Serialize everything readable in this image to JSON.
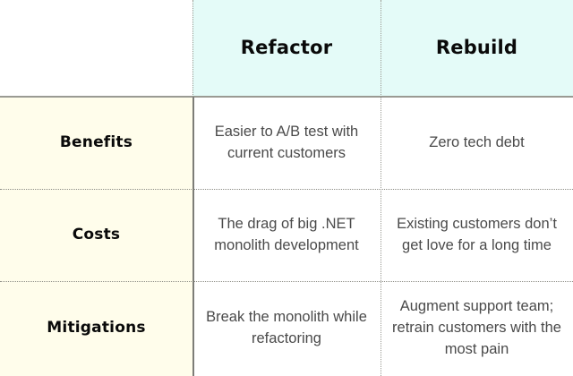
{
  "table": {
    "name": "refactor-vs-rebuild-comparison",
    "corner_label": "",
    "columns": [
      {
        "key": "refactor",
        "label": "Refactor"
      },
      {
        "key": "rebuild",
        "label": "Rebuild"
      }
    ],
    "rows": [
      {
        "key": "benefits",
        "label": "Benefits",
        "cells": [
          "Easier to A/B test with current customers",
          "Zero tech debt"
        ]
      },
      {
        "key": "costs",
        "label": "Costs",
        "cells": [
          "The drag of big .NET monolith development",
          "Existing customers don’t get love for a long time"
        ]
      },
      {
        "key": "mitigations",
        "label": "Mitigations",
        "cells": [
          "Break the monolith while refactoring",
          "Augment support team; retrain customers with the most pain"
        ]
      }
    ]
  },
  "colors": {
    "header_background": "#E4FBF8",
    "row_label_background": "#FFFDEB",
    "body_background": "#FFFFFF",
    "heading_text": "#0A0A0A",
    "body_text": "#4A4A4A",
    "solid_rule": "#9A9A93",
    "dotted_rule": "#8D8D86"
  }
}
